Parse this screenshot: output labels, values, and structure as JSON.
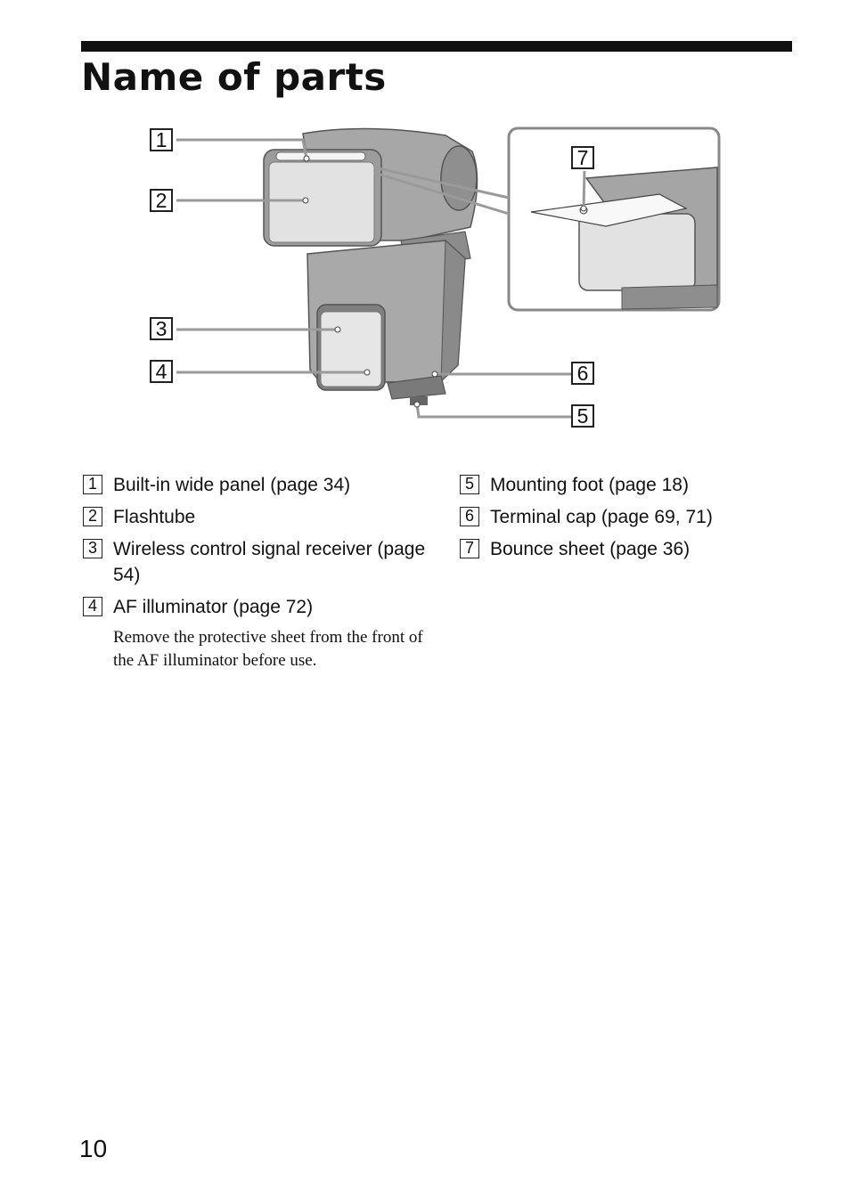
{
  "header": {
    "title": "Name of parts"
  },
  "figure": {
    "callouts": [
      "1",
      "2",
      "3",
      "4",
      "5",
      "6",
      "7"
    ]
  },
  "parts": {
    "left": [
      {
        "num": "1",
        "label": "Built-in wide panel (page 34)"
      },
      {
        "num": "2",
        "label": "Flashtube"
      },
      {
        "num": "3",
        "label": "Wireless control signal receiver (page 54)"
      },
      {
        "num": "4",
        "label": "AF illuminator (page 72)"
      }
    ],
    "note": "Remove the protective sheet from the front of the AF illuminator before use.",
    "right": [
      {
        "num": "5",
        "label": "Mounting foot (page 18)"
      },
      {
        "num": "6",
        "label": "Terminal cap (page 69, 71)"
      },
      {
        "num": "7",
        "label": "Bounce sheet (page 36)"
      }
    ]
  },
  "footer": {
    "page_number": "10"
  }
}
